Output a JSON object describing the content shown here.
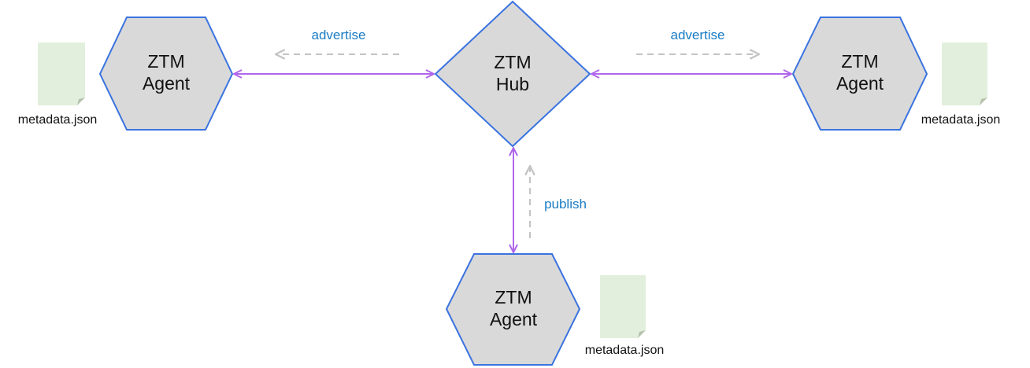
{
  "colors": {
    "node_fill": "#d9d9d9",
    "node_stroke": "#3a73e0",
    "connection": "#b066ec",
    "message_arrow": "#c4c4c4",
    "message_label": "#1a7cc4",
    "file_fill": "#e2efdc",
    "file_fold": "#b5c2ad"
  },
  "nodes": {
    "hub": {
      "line1": "ZTM",
      "line2": "Hub"
    },
    "agent_left": {
      "line1": "ZTM",
      "line2": "Agent"
    },
    "agent_right": {
      "line1": "ZTM",
      "line2": "Agent"
    },
    "agent_bottom": {
      "line1": "ZTM",
      "line2": "Agent"
    }
  },
  "files": {
    "left": {
      "label": "metadata.json"
    },
    "right": {
      "label": "metadata.json"
    },
    "bottom": {
      "label": "metadata.json"
    }
  },
  "edges": {
    "hub_left": {
      "type": "bidirectional"
    },
    "hub_right": {
      "type": "bidirectional"
    },
    "hub_bottom": {
      "type": "bidirectional"
    }
  },
  "messages": {
    "advertise_left": {
      "label": "advertise",
      "direction": "hub-to-left-agent"
    },
    "advertise_right": {
      "label": "advertise",
      "direction": "hub-to-right-agent"
    },
    "publish": {
      "label": "publish",
      "direction": "bottom-agent-to-hub"
    }
  }
}
